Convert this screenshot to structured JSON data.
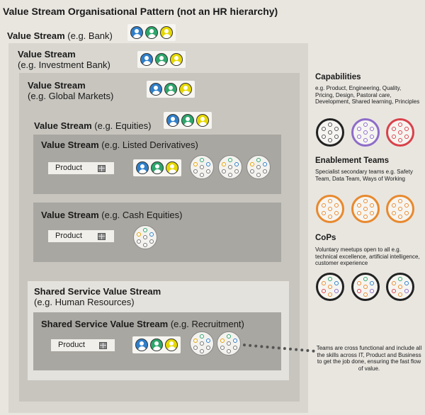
{
  "title": "Value Stream Organisational Pattern (not an HR hierarchy)",
  "levels": {
    "bank": {
      "label": "Value Stream",
      "example": "(e.g. Bank)"
    },
    "investment_bank": {
      "label": "Value Stream",
      "example": "(e.g. Investment Bank)"
    },
    "global_markets": {
      "label": "Value Stream",
      "example": "(e.g. Global Markets)"
    },
    "equities": {
      "label": "Value Stream",
      "example": "(e.g. Equities)"
    },
    "listed_derivatives": {
      "label": "Value Stream",
      "example": "(e.g. Listed Derivatives)"
    },
    "cash_equities": {
      "label": "Value Stream",
      "example": "(e.g. Cash Equities)"
    },
    "shared_service": {
      "label": "Shared Service Value Stream",
      "example": "(e.g. Human Resources)"
    },
    "recruitment": {
      "label": "Shared Service Value Stream",
      "example": "(e.g. Recruitment)"
    }
  },
  "product_label": "Product",
  "sidebar": {
    "capabilities": {
      "heading": "Capabilities",
      "text": "e.g. Product, Engineering, Quality, Pricing, Design, Pastoral care, Development, Shared learning, Principles"
    },
    "enablement": {
      "heading": "Enablement Teams",
      "text": "Specialist secondary teams e.g. Safety Team, Data Team, Ways of Working"
    },
    "cops": {
      "heading": "CoPs",
      "text": "Voluntary meetups open to all e.g. technical excellence, artificial intelligence, customer experience"
    }
  },
  "note": "Teams are cross functional and include all the skills across IT, Product and Business to get the job done, ensuring the fast flow of value.",
  "colors": {
    "person_blue": "#2f7fc9",
    "person_green": "#2ea56b",
    "person_yellow": "#e6d800",
    "cap_black": "#222222",
    "cap_purple": "#8e6cc9",
    "cap_red": "#d9414a",
    "enablement_orange": "#e8892e",
    "cops_black": "#222222"
  },
  "icons": [
    "person-icon",
    "gift-icon",
    "team-icon"
  ]
}
